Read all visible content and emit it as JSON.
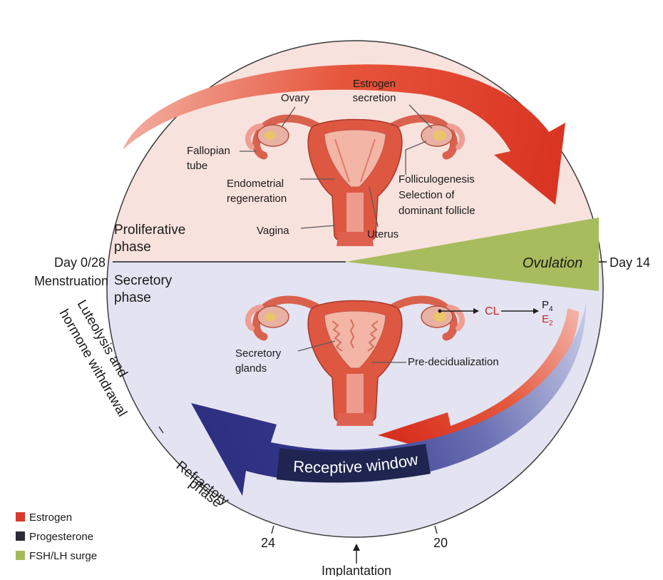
{
  "markers": {
    "day_start": "Day 0/28",
    "menstruation": "Menstruation",
    "day_mid": "Day 14",
    "day_24": "24",
    "day_20": "20",
    "implantation": "Implantation"
  },
  "phases": {
    "proliferative_1": "Proliferative",
    "proliferative_2": "phase",
    "secretory_1": "Secretory",
    "secretory_2": "phase",
    "ovulation": "Ovulation",
    "receptive_window": "Receptive window",
    "luteolysis_1": "Luteolysis and",
    "luteolysis_2": "hormone withdrawal",
    "refractory_1": "Refractory",
    "refractory_2": "phase"
  },
  "upper_labels": {
    "ovary": "Ovary",
    "estrogen_1": "Estrogen",
    "estrogen_2": "secretion",
    "fallopian_1": "Fallopian",
    "fallopian_2": "tube",
    "endometrial_1": "Endometrial",
    "endometrial_2": "regeneration",
    "folliculo_1": "Folliculogenesis",
    "folliculo_2": "Selection of",
    "folliculo_3": "dominant follicle",
    "vagina": "Vagina",
    "uterus": "Uterus"
  },
  "lower_labels": {
    "cl": "CL",
    "p4": "P",
    "p4_sub": "4",
    "e2": "E",
    "e2_sub": "2",
    "secretory_glands_1": "Secretory",
    "secretory_glands_2": "glands",
    "predecidualization": "Pre-decidualization"
  },
  "legend": [
    {
      "label": "Estrogen",
      "color": "#d63a2c"
    },
    {
      "label": "Progesterone",
      "color": "#2b2b33"
    },
    {
      "label": "FSH/LH surge",
      "color": "#a4ba5a"
    }
  ],
  "colors": {
    "upper_half": "#f8e2dd",
    "lower_half": "#e4e3f1",
    "estrogen_arrow": "#df3b2a",
    "progesterone_arrow": "#36378a",
    "receptive_band": "#1f2550",
    "ovulation_wedge": "#a7bd5d"
  }
}
